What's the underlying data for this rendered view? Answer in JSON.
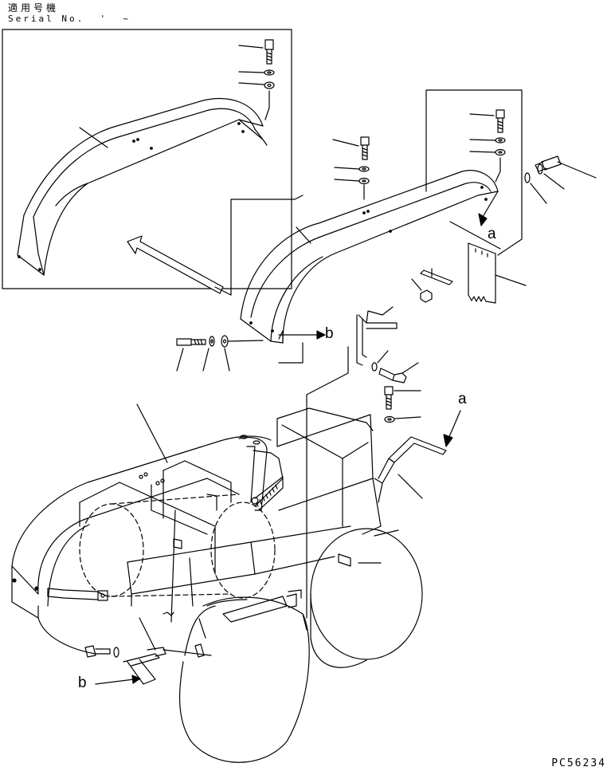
{
  "header": {
    "title": "適用号機",
    "serial_label": "Serial No.  '  ~"
  },
  "callouts": {
    "a_upper": "a",
    "b_upper": "b",
    "a_lower": "a",
    "b_lower": "b"
  },
  "drawing_code": "PC56234"
}
